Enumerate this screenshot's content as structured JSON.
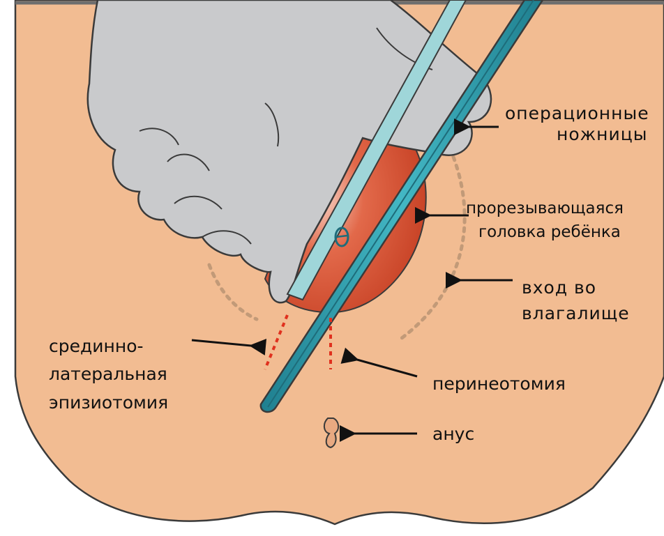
{
  "labels": {
    "scissors_1": "операционные",
    "scissors_2": "ножницы",
    "head_1": "прорезывающаяся",
    "head_2": "головка ребёнка",
    "vagina_1": "вход во",
    "vagina_2": "влагалище",
    "episiotomy_1": "срединно-",
    "episiotomy_2": "латеральная",
    "episiotomy_3": "эпизиотомия",
    "perineotomy": "перинеотомия",
    "anus": "анус"
  },
  "icons": {
    "pointer": "arrow-left-icon"
  },
  "colors": {
    "skin": "#f2bc92",
    "outline": "#3a3a3a",
    "glove": "#c9cacc",
    "head": "#d9482b",
    "scissors": "#2f9fb0",
    "scissors_dark": "#1e6c7a",
    "incision": "#e0301e",
    "vaginal_opening": "#c29a78",
    "background": "#ffffff"
  }
}
